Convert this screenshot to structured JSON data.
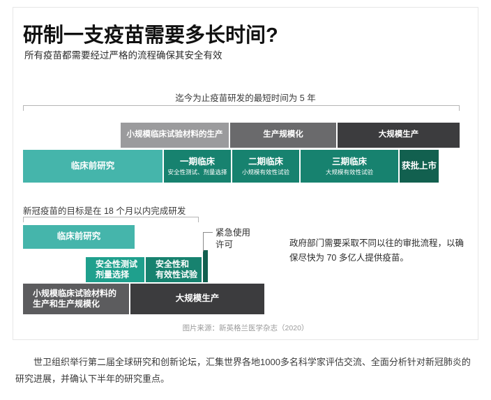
{
  "infographic": {
    "title": "研制一支疫苗需要多长时间?",
    "subtitle": "所有疫苗都需要经过严格的流程确保其安全有效",
    "section_traditional": {
      "caption": "迄今为止疫苗研发的最短时间为 5 年",
      "manufacturing_bars": [
        {
          "label": "小规模临床试验材料的生产",
          "color": "#9b9b9d"
        },
        {
          "label": "生产规模化",
          "color": "#6a6a6c"
        },
        {
          "label": "大规模生产",
          "color": "#3c3c3e"
        }
      ],
      "clinical_bars": [
        {
          "title": "临床前研究",
          "sub": "",
          "color": "#45b5ab"
        },
        {
          "title": "一期临床",
          "sub": "安全性测试、剂量选择",
          "color": "#17826f"
        },
        {
          "title": "二期临床",
          "sub": "小规模有效性试验",
          "color": "#17826f"
        },
        {
          "title": "三期临床",
          "sub": "大规模有效性试验",
          "color": "#17826f"
        },
        {
          "title": "获批上市",
          "sub": "",
          "color": "#12604f"
        }
      ]
    },
    "section_covid": {
      "caption": "新冠疫苗的目标是在 18 个月以内完成研发",
      "preclinical": {
        "label": "临床前研究",
        "color": "#45b5ab"
      },
      "trial_bars": [
        {
          "label": "安全性测试\n剂量选择",
          "color": "#1fa08d"
        },
        {
          "label": "安全性和\n有效性试验",
          "color": "#17826f"
        }
      ],
      "approval_bar": {
        "label": "",
        "color": "#12604f"
      },
      "emergency_use": "紧急使用\n许可",
      "manufacturing_bars": [
        {
          "label": "小规模临床试验材料的\n生产和生产规模化",
          "color": "#5c5c5e"
        },
        {
          "label": "大规模生产",
          "color": "#3c3c3e"
        }
      ],
      "note": "政府部门需要采取不同以往的审批流程，以确保尽快为 70 多亿人提供疫苗。"
    },
    "source": "图片来源：新英格兰医学杂志（2020）"
  },
  "article": {
    "body": "世卫组织举行第二届全球研究和创新论坛，汇集世界各地1000多名科学家评估交流、全面分析针对新冠肺炎的研究进展，并确认下半年的研究重点。"
  },
  "colors": {
    "teal_light": "#45b5ab",
    "teal_mid": "#1fa08d",
    "teal_dark": "#17826f",
    "teal_darkest": "#12604f",
    "gray_light": "#9b9b9d",
    "gray_mid": "#6a6a6c",
    "gray_dark": "#3c3c3e"
  }
}
